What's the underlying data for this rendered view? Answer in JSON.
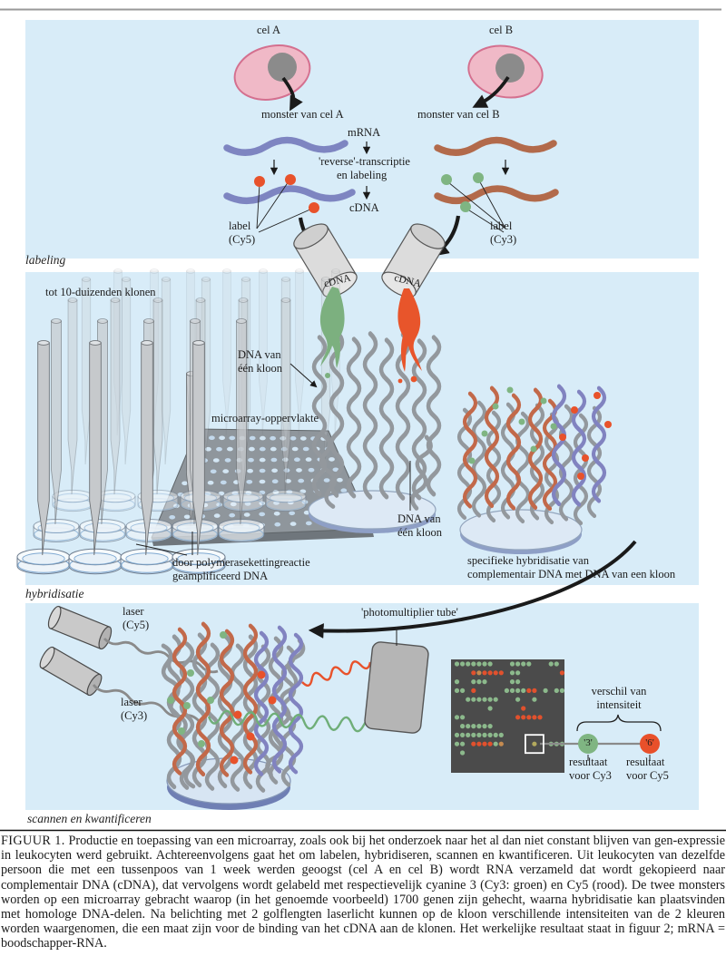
{
  "labels": {
    "cel_a": "cel A",
    "cel_b": "cel B",
    "monster_a": "monster van cel A",
    "monster_b": "monster van cel B",
    "mrna": "mRNA",
    "reverse1": "'reverse'-transcriptie",
    "reverse2": "en labeling",
    "cdna": "cDNA",
    "label_word": "label",
    "cy5": "(Cy5)",
    "cy3": "(Cy3)",
    "section1": "labeling",
    "section2": "hybridisatie",
    "section3": "scannen en kwantificeren",
    "klonen": "tot 10-duizenden klonen",
    "tube_cdna": "cDNA",
    "microarray": "microarray-oppervlakte",
    "dna_kloon1": "DNA van",
    "dna_kloon2": "één kloon",
    "pcr1": "door polymerasekettingreactie",
    "pcr2": "geamplificeerd DNA",
    "hyb1": "specifieke hybridisatie van",
    "hyb2": "complementair DNA met DNA van een kloon",
    "laser": "laser",
    "pmt": "'photomultiplier tube'",
    "verschil1": "verschil van",
    "verschil2": "intensiteit",
    "val_cy3": "'3'",
    "val_cy5": "'6'",
    "res1": "resultaat",
    "res_cy3": "voor Cy3",
    "res_cy5": "voor Cy5"
  },
  "caption": {
    "label": "FIGUUR 1.",
    "text": "Productie en toepassing van een microarray, zoals ook bij het onderzoek naar het al dan niet constant blijven van gen-expressie in leukocyten werd gebruikt. Achtereenvolgens gaat het om labelen, hybridiseren, scannen en kwantificeren. Uit leukocyten van dezelfde persoon die met een tussenpoos van 1 week werden geoogst (cel A en cel B) wordt RNA verzameld dat wordt gekopieerd naar complementair DNA (cDNA), dat vervolgens wordt gelabeld met respectievelijk cyanine 3 (Cy3: groen) en Cy5 (rood). De twee monsters worden op een microarray gebracht waarop (in het genoemde voorbeeld) 1700 genen zijn gehecht, waarna hybridisatie kan plaatsvinden met homologe DNA-delen. Na belichting met 2 golflengten laserlicht kunnen op de kloon verschillende intensiteiten van de 2 kleuren worden waargenomen, die een maat zijn voor de binding van het cDNA aan de klonen. Het werkelijke resultaat staat in figuur 2; mRNA = boodschapper-RNA."
  },
  "colors": {
    "panel_bg": "#d8ecf8",
    "cy5_red": "#e8522b",
    "cy3_green": "#7fb582",
    "mrna_a": "#7e85c1",
    "mrna_b": "#b26a4b",
    "strand_gray": "#93989d",
    "cell_pink": "#f0b9c7",
    "cell_outline": "#d4708f",
    "beam_gray": "#8a8a8a",
    "orange_strand": "#c2694a",
    "purple_strand": "#8183c0"
  },
  "scan_grid": {
    "bg": "#4b4b4b",
    "colors": {
      "g": "#8cb98c",
      "r": "#e1512d",
      "o": "#c58b50",
      "y": "#b2a95d"
    },
    "rows": [
      "ggggggg...gggg...gg.",
      "...rorrrr.gg.......r",
      "g..ggg....gg........",
      "gg.r.....ggggrr.g.gg",
      "..gggggg...g..g.....",
      "......g.....r.......",
      "gg.........rrrrr....",
      ".gggggg.............",
      "ggggggggg...........",
      "gg.rrrrgo.....y..ggg",
      ".g.................."
    ]
  }
}
